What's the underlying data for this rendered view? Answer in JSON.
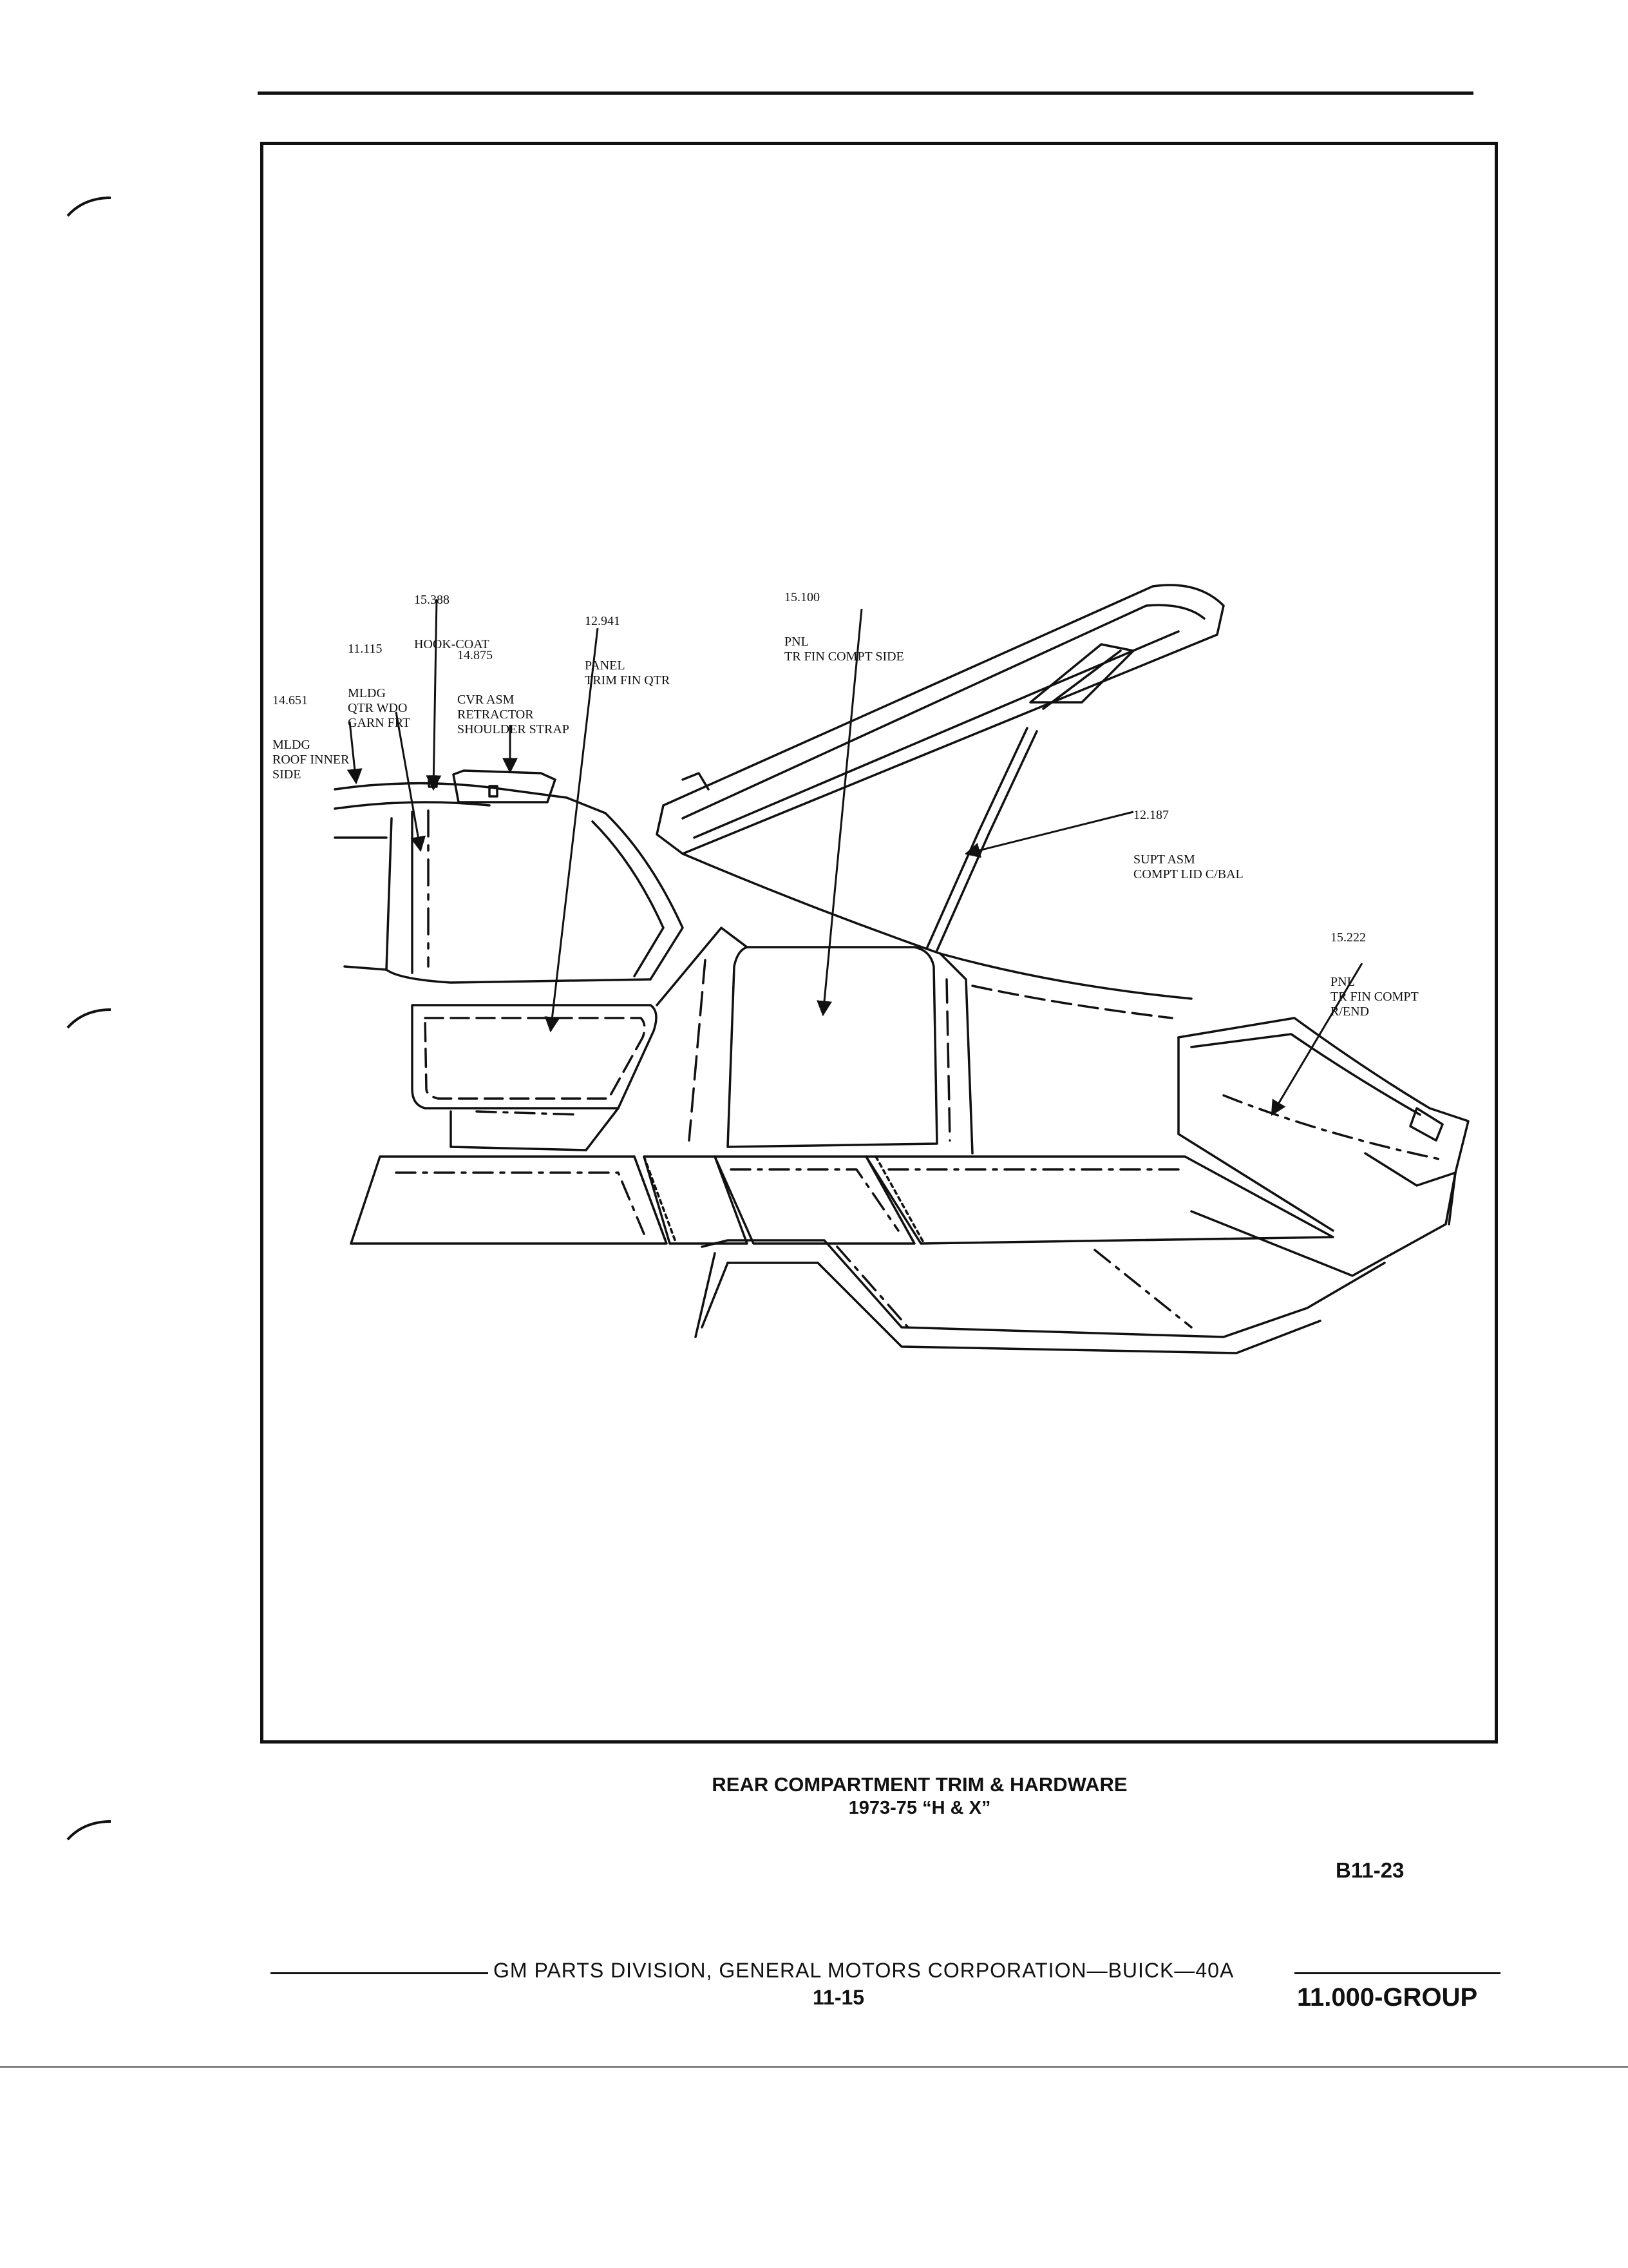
{
  "figure": {
    "caption_line1": "REAR COMPARTMENT TRIM & HARDWARE",
    "caption_line2": "1973-75 “H & X”",
    "figure_code": "B11-23"
  },
  "callouts": [
    {
      "id": "c1",
      "number": "15.388",
      "text": "HOOK-COAT"
    },
    {
      "id": "c2",
      "number": "12.941",
      "text": "PANEL\nTRIM FIN QTR"
    },
    {
      "id": "c3",
      "number": "11.115",
      "text": "MLDG\nQTR WDO\nGARN FRT"
    },
    {
      "id": "c4",
      "number": "14.875",
      "text": "CVR ASM\nRETRACTOR\nSHOULDER STRAP"
    },
    {
      "id": "c5",
      "number": "14.651",
      "text": "MLDG\nROOF INNER\nSIDE"
    },
    {
      "id": "c6",
      "number": "15.100",
      "text": "PNL\nTR FIN COMPT SIDE"
    },
    {
      "id": "c7",
      "number": "12.187",
      "text": "SUPT ASM\nCOMPT LID C/BAL"
    },
    {
      "id": "c8",
      "number": "15.222",
      "text": "PNL\nTR FIN COMPT\nR/END"
    }
  ],
  "footer": {
    "publisher": "GM PARTS DIVISION, GENERAL MOTORS CORPORATION—BUICK—40A",
    "page": "11-15",
    "group": "11.000-GROUP"
  }
}
